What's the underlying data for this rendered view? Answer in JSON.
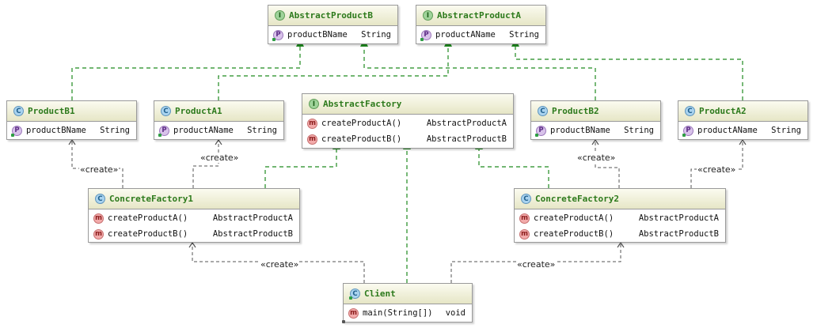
{
  "create_label": "«create»",
  "classes": {
    "abstract_product_b": {
      "kind": "I",
      "name": "AbstractProductB",
      "members": [
        {
          "kind": "P",
          "name": "productBName",
          "type": "String"
        }
      ]
    },
    "abstract_product_a": {
      "kind": "I",
      "name": "AbstractProductA",
      "members": [
        {
          "kind": "P",
          "name": "productAName",
          "type": "String"
        }
      ]
    },
    "product_b1": {
      "kind": "C",
      "name": "ProductB1",
      "members": [
        {
          "kind": "P",
          "name": "productBName",
          "type": "String"
        }
      ]
    },
    "product_a1": {
      "kind": "C",
      "name": "ProductA1",
      "members": [
        {
          "kind": "P",
          "name": "productAName",
          "type": "String"
        }
      ]
    },
    "abstract_factory": {
      "kind": "I",
      "name": "AbstractFactory",
      "members": [
        {
          "kind": "m",
          "name": "createProductA()",
          "type": "AbstractProductA"
        },
        {
          "kind": "m",
          "name": "createProductB()",
          "type": "AbstractProductB"
        }
      ]
    },
    "product_b2": {
      "kind": "C",
      "name": "ProductB2",
      "members": [
        {
          "kind": "P",
          "name": "productBName",
          "type": "String"
        }
      ]
    },
    "product_a2": {
      "kind": "C",
      "name": "ProductA2",
      "members": [
        {
          "kind": "P",
          "name": "productAName",
          "type": "String"
        }
      ]
    },
    "concrete_factory1": {
      "kind": "C",
      "name": "ConcreteFactory1",
      "members": [
        {
          "kind": "m",
          "name": "createProductA()",
          "type": "AbstractProductA"
        },
        {
          "kind": "m",
          "name": "createProductB()",
          "type": "AbstractProductB"
        }
      ]
    },
    "concrete_factory2": {
      "kind": "C",
      "name": "ConcreteFactory2",
      "members": [
        {
          "kind": "m",
          "name": "createProductA()",
          "type": "AbstractProductA"
        },
        {
          "kind": "m",
          "name": "createProductB()",
          "type": "AbstractProductB"
        }
      ]
    },
    "client": {
      "kind": "C",
      "name": "Client",
      "members": [
        {
          "kind": "m",
          "name": "main(String[])",
          "type": "void"
        }
      ]
    }
  },
  "relations": [
    {
      "type": "realization",
      "from": "product_b1",
      "to": "abstract_product_b"
    },
    {
      "type": "realization",
      "from": "product_a1",
      "to": "abstract_product_a"
    },
    {
      "type": "realization",
      "from": "product_b2",
      "to": "abstract_product_b"
    },
    {
      "type": "realization",
      "from": "product_a2",
      "to": "abstract_product_a"
    },
    {
      "type": "realization",
      "from": "concrete_factory1",
      "to": "abstract_factory"
    },
    {
      "type": "realization",
      "from": "concrete_factory2",
      "to": "abstract_factory"
    },
    {
      "type": "realization",
      "from": "client",
      "to": "abstract_factory"
    },
    {
      "type": "dependency",
      "label": "«create»",
      "from": "concrete_factory1",
      "to": "product_b1"
    },
    {
      "type": "dependency",
      "label": "«create»",
      "from": "concrete_factory1",
      "to": "product_a1"
    },
    {
      "type": "dependency",
      "label": "«create»",
      "from": "concrete_factory2",
      "to": "product_b2"
    },
    {
      "type": "dependency",
      "label": "«create»",
      "from": "concrete_factory2",
      "to": "product_a2"
    },
    {
      "type": "dependency",
      "label": "«create»",
      "from": "client",
      "to": "concrete_factory1"
    },
    {
      "type": "dependency",
      "label": "«create»",
      "from": "client",
      "to": "concrete_factory2"
    }
  ],
  "colors": {
    "realization": "#1f8a1f",
    "dependency": "#555555",
    "class_name": "#2d7a1c",
    "header_top": "#fbfbf0",
    "header_bottom": "#e6e6c6"
  },
  "icons": {
    "I": "interface-icon",
    "C": "class-icon",
    "P": "property-icon",
    "m": "method-icon"
  }
}
